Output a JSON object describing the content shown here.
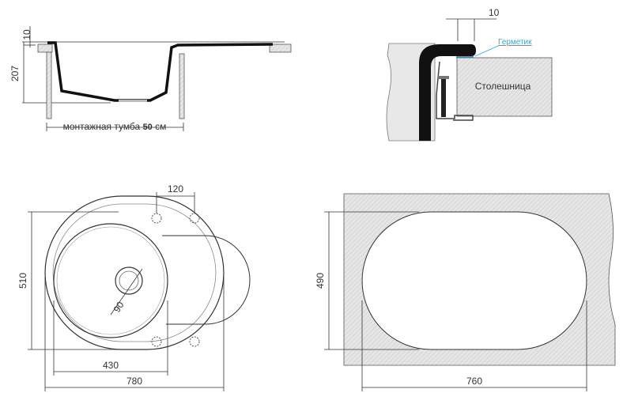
{
  "side_view": {
    "dim_rim": "10",
    "dim_depth": "207",
    "cabinet_label": "монтажная тумба",
    "cabinet_size": "50",
    "cabinet_unit": "см"
  },
  "mount_detail": {
    "dim_overlap": "10",
    "sealant_label": "Герметик",
    "countertop_label": "Столешница",
    "sealant_color": "#29a9d6"
  },
  "top_view": {
    "dim_holes": "120",
    "dim_width": "510",
    "dim_bowl": "430",
    "dim_length": "780",
    "dim_drain": "90"
  },
  "cutout_view": {
    "dim_width": "490",
    "dim_length": "760"
  }
}
